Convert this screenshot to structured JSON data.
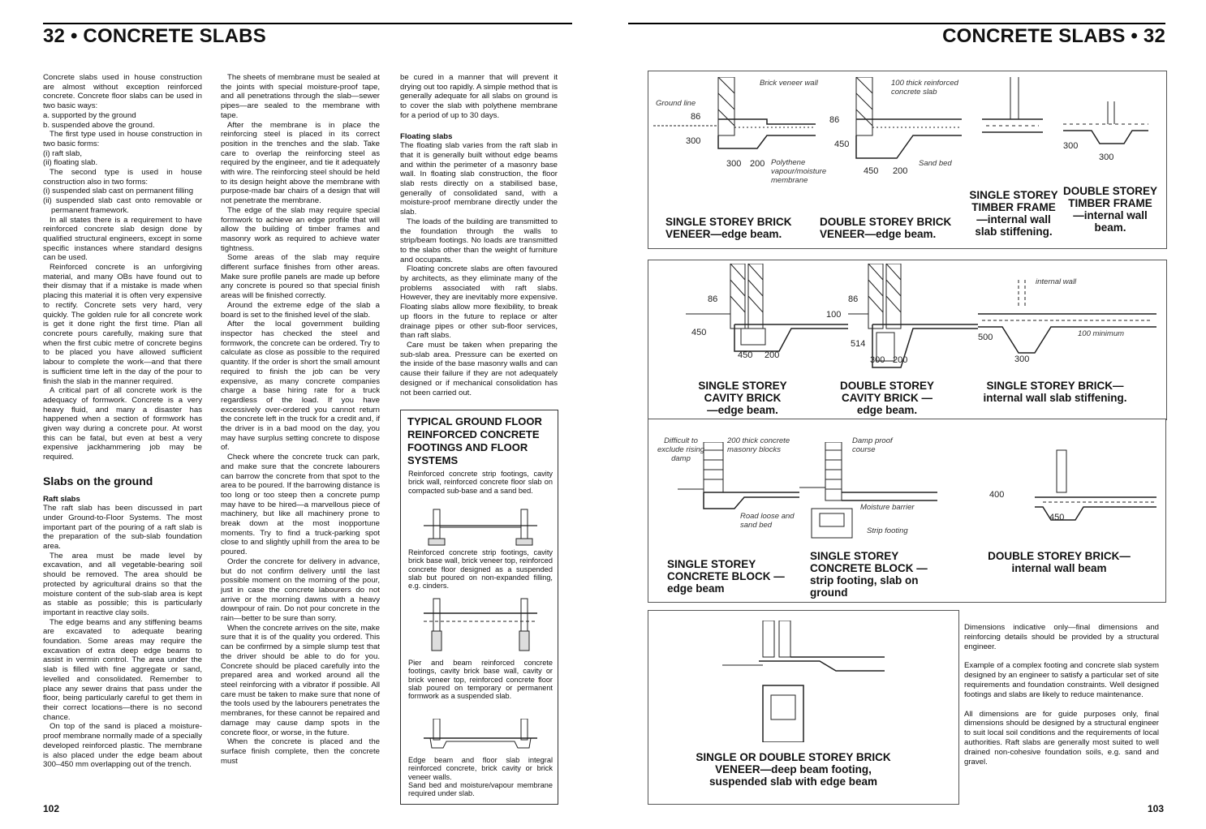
{
  "header": {
    "left_title": "32 • CONCRETE SLABS",
    "right_title": "CONCRETE SLABS • 32"
  },
  "page_numbers": {
    "left": "102",
    "right": "103"
  },
  "col1": {
    "intro": [
      "Concrete slabs used in house construction are almost without exception reinforced concrete. Concrete floor slabs can be used in two basic ways:"
    ],
    "list1": [
      "a. supported by the ground",
      "b. suspended above the ground."
    ],
    "p2": "The first type used in house construction in two basic forms:",
    "list2": [
      "(i) raft slab,",
      "(ii) floating slab."
    ],
    "p3": "The second type is used in house construction also in two forms:",
    "list3": [
      "(i) suspended slab cast on permanent filling",
      "(ii) suspended slab cast onto removable or permanent framework."
    ],
    "p4": "In all states there is a requirement to have reinforced concrete slab design done by qualified structural engineers, except in some specific instances where standard designs can be used.",
    "p5": "Reinforced concrete is an unforgiving material, and many OBs have found out to their dismay that if a mistake is made when placing this material it is often very expensive to rectify. Concrete sets very hard, very quickly. The golden rule for all concrete work is get it done right the first time. Plan all concrete pours carefully, making sure that when the first cubic metre of concrete begins to be placed you have allowed sufficient labour to complete the work—and that there is sufficient time left in the day of the pour to finish the slab in the manner required.",
    "p6": "A critical part of all concrete work is the adequacy of formwork. Concrete is a very heavy fluid, and many a disaster has happened when a section of formwork has given way during a concrete pour. At worst this can be fatal, but even at best a very expensive jackhammering job may be required.",
    "h2": "Slabs on the ground",
    "sub": "Raft slabs",
    "p7": "The raft slab has been discussed in part under Ground-to-Floor Systems. The most important part of the pouring of a raft slab is the preparation of the sub-slab foundation area.",
    "p8": "The area must be made level by excavation, and all vegetable-bearing soil should be removed. The area should be protected by agricultural drains so that the moisture content of the sub-slab area is kept as stable as possible; this is particularly important in reactive clay soils.",
    "p9": "The edge beams and any stiffening beams are excavated to adequate bearing foundation. Some areas may require the excavation of extra deep edge beams to assist in vermin control. The area under the slab is filled with fine aggregate or sand, levelled and consolidated. Remember to place any sewer drains that pass under the floor, being particularly careful to get them in their correct locations—there is no second chance.",
    "p10": "On top of the sand is placed a moisture-proof membrane normally made of a specially developed reinforced plastic. The membrane is also placed under the edge beam about 300–450 mm overlapping out of the trench."
  },
  "col2": {
    "p1": "The sheets of membrane must be sealed at the joints with special moisture-proof tape, and all penetrations through the slab—sewer pipes—are sealed to the membrane with tape.",
    "p2": "After the membrane is in place the reinforcing steel is placed in its correct position in the trenches and the slab. Take care to overlap the reinforcing steel as required by the engineer, and tie it adequately with wire. The reinforcing steel should be held to its design height above the membrane with purpose-made bar chairs of a design that will not penetrate the membrane.",
    "p3": "The edge of the slab may require special formwork to achieve an edge profile that will allow the building of timber frames and masonry work as required to achieve water tightness.",
    "p4": "Some areas of the slab may require different surface finishes from other areas. Make sure profile panels are made up before any concrete is poured so that special finish areas will be finished correctly.",
    "p5": "Around the extreme edge of the slab a board is set to the finished level of the slab.",
    "p6": "After the local government building inspector has checked the steel and formwork, the concrete can be ordered. Try to calculate as close as possible to the required quantity. If the order is short the small amount required to finish the job can be very expensive, as many concrete companies charge a base hiring rate for a truck regardless of the load. If you have excessively over-ordered you cannot return the concrete left in the truck for a credit and, if the driver is in a bad mood on the day, you may have surplus setting concrete to dispose of.",
    "p7": "Check where the concrete truck can park, and make sure that the concrete labourers can barrow the concrete from that spot to the area to be poured. If the barrowing distance is too long or too steep then a concrete pump may have to be hired—a marvellous piece of machinery, but like all machinery prone to break down at the most inopportune moments. Try to find a truck-parking spot close to and slightly uphill from the area to be poured.",
    "p8": "Order the concrete for delivery in advance, but do not confirm delivery until the last possible moment on the morning of the pour, just in case the concrete labourers do not arrive or the morning dawns with a heavy downpour of rain. Do not pour concrete in the rain—better to be sure than sorry.",
    "p9": "When the concrete arrives on the site, make sure that it is of the quality you ordered. This can be confirmed by a simple slump test that the driver should be able to do for you. Concrete should be placed carefully into the prepared area and worked around all the steel reinforcing with a vibrator if possible. All care must be taken to make sure that none of the tools used by the labourers penetrates the membranes, for these cannot be repaired and damage may cause damp spots in the concrete floor, or worse, in the future.",
    "p10": "When the concrete is placed and the surface finish complete, then the concrete must"
  },
  "col3": {
    "p1": "be cured in a manner that will prevent it drying out too rapidly. A simple method that is generally adequate for all slabs on ground is to cover the slab with polythene membrane for a period of up to 30 days.",
    "sub": "Floating slabs",
    "p2": "The floating slab varies from the raft slab in that it is generally built without edge beams and within the perimeter of a masonry base wall. In floating slab construction, the floor slab rests directly on a stabilised base, generally of consolidated sand, with a moisture-proof membrane directly under the slab.",
    "p3": "The loads of the building are transmitted to the foundation through the walls to strip/beam footings. No loads are transmitted to the slabs other than the weight of furniture and occupants.",
    "p4": "Floating concrete slabs are often favoured by architects, as they eliminate many of the problems associated with raft slabs. However, they are inevitably more expensive. Floating slabs allow more flexibility, to break up floors in the future to replace or alter drainage pipes or other sub-floor services, than raft slabs.",
    "p5": "Care must be taken when preparing the sub-slab area. Pressure can be exerted on the inside of the base masonry walls and can cause their failure if they are not adequately designed or if mechanical consolidation has not been carried out."
  },
  "sidebar": {
    "title": "TYPICAL GROUND FLOOR REINFORCED CONCRETE FOOTINGS AND FLOOR SYSTEMS",
    "t1": "Reinforced concrete strip footings, cavity brick wall, reinforced concrete floor slab on compacted sub-base and a sand bed.",
    "t2": "Reinforced concrete strip footings, cavity brick base wall, brick veneer top, reinforced concrete floor designed as a suspended slab but poured on non-expanded filling, e.g. cinders.",
    "t3": "Pier and beam reinforced concrete footings, cavity brick base wall, cavity or brick veneer top, reinforced concrete floor slab poured on temporary or permanent formwork as a suspended slab.",
    "t4": "Edge beam and floor slab integral reinforced concrete, brick cavity or brick veneer walls.",
    "t5": "Sand bed and moisture/vapour membrane required under slab."
  },
  "captions": {
    "c1": "SINGLE STOREY BRICK VENEER—edge beam.",
    "c2": "DOUBLE STOREY BRICK VENEER—edge beam.",
    "c3": "SINGLE STOREY TIMBER FRAME —internal wall slab stiffening.",
    "c4": "DOUBLE STOREY TIMBER FRAME —internal wall beam.",
    "c5": "SINGLE STOREY CAVITY BRICK —edge beam.",
    "c6": "DOUBLE STOREY CAVITY BRICK —edge beam.",
    "c7": "SINGLE STOREY BRICK— internal wall slab stiffening.",
    "c8": "SINGLE STOREY CONCRETE BLOCK —edge beam",
    "c9": "SINGLE STOREY CONCRETE BLOCK —strip footing, slab on ground",
    "c10": "DOUBLE STOREY BRICK— internal wall beam",
    "c11": "SINGLE OR DOUBLE STOREY BRICK VENEER—deep beam footing, suspended slab with edge beam"
  },
  "annotations": {
    "brick_veneer_wall": "Brick veneer wall",
    "ground_line": "Ground line",
    "polythene": "Polythene vapour/moisture membrane",
    "thick_slab": "100 thick reinforced concrete slab",
    "sand_bed": "Sand bed",
    "internal_wall": "internal wall",
    "min100": "100 minimum",
    "difficult": "Difficult to exclude rising damp",
    "blocks": "200 thick concrete masonry blocks",
    "damp_course": "Damp proof course",
    "moisture_barrier": "Moisture barrier",
    "road_loose": "Road loose and sand bed",
    "strip_footing": "Strip footing"
  },
  "dims": {
    "d86": "86",
    "d300": "300",
    "d200": "200",
    "d450": "450",
    "d100": "100",
    "d514": "514",
    "d500": "500",
    "d400": "400"
  },
  "notes": {
    "n1": "Dimensions indicative only—final dimensions and reinforcing details should be provided by a structural engineer.",
    "n2": "Example of a complex footing and concrete slab system designed by an engineer to satisfy a particular set of site requirements and foundation constraints. Well designed footings and slabs are likely to reduce maintenance.",
    "n3": "All dimensions are for guide purposes only, final dimensions should be designed by a structural engineer to suit local soil conditions and the requirements of local authorities. Raft slabs are generally most suited to well drained non-cohesive foundation soils, e.g. sand and gravel."
  }
}
